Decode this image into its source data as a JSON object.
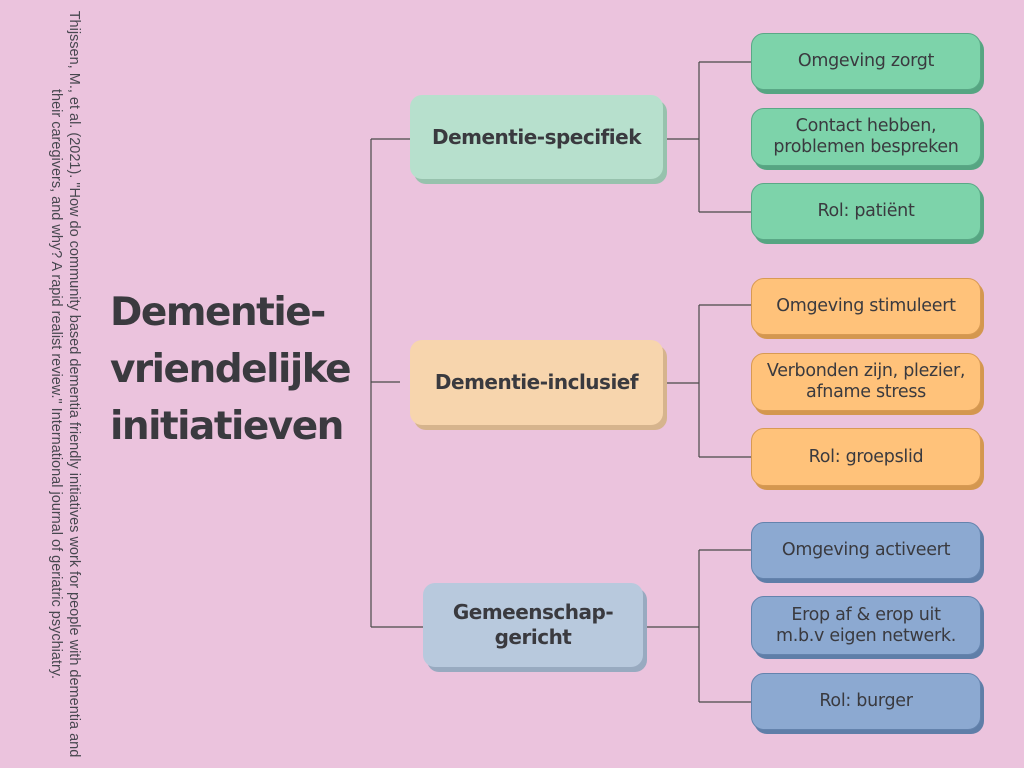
{
  "citation": "Thijssen, M., et al. (2021). \"How do community based dementia friendly initiatives work for people with dementia and their caregivers, and why? A rapid realist review.\" International journal of geriatric psychiatry.",
  "title": [
    "Dementie-",
    "vriendelijke",
    "initiatieven"
  ],
  "categories": [
    {
      "label": "Dementie-specifiek",
      "color": "#b7e0cd",
      "items": [
        "Omgeving zorgt",
        "Contact hebben,\nproblemen bespreken",
        "Rol: patiënt"
      ]
    },
    {
      "label": "Dementie-inclusief",
      "color": "#f7d5ad",
      "items": [
        "Omgeving stimuleert",
        "Verbonden zijn, plezier,\nafname stress",
        "Rol: groepslid"
      ]
    },
    {
      "label": "Gemeenschap-\ngericht",
      "color": "#b8c9dd",
      "items": [
        "Omgeving activeert",
        "Erop af & erop uit\nm.b.v eigen netwerk.",
        "Rol: burger"
      ]
    }
  ],
  "colors": {
    "background": "#ebc3dd",
    "line": "#4a4a4a",
    "green_leaf": "#7dd3aa",
    "orange_leaf": "#ffc27a",
    "blue_leaf": "#8ca9d1"
  }
}
